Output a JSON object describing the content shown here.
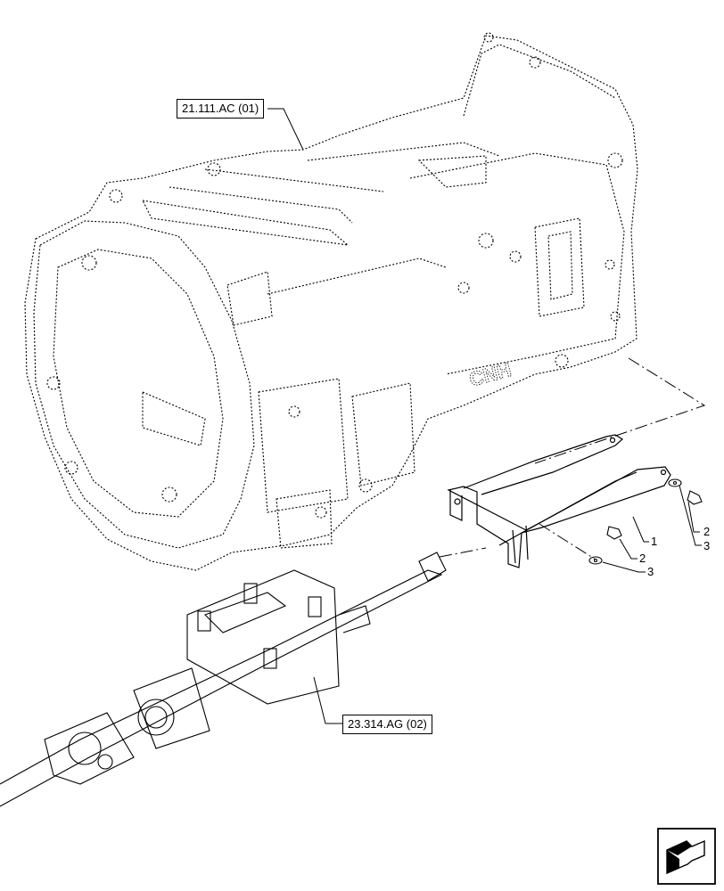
{
  "references": {
    "top": "21.111.AC (01)",
    "bottom": "23.314.AG (02)"
  },
  "callouts": {
    "a1": "1",
    "a2": "2",
    "a3": "3",
    "b2": "2",
    "b3": "3"
  },
  "housing_logo": "CNH",
  "icons": {
    "nav": "next-page-arrow-icon"
  },
  "colors": {
    "line": "#000000",
    "background": "#ffffff"
  }
}
